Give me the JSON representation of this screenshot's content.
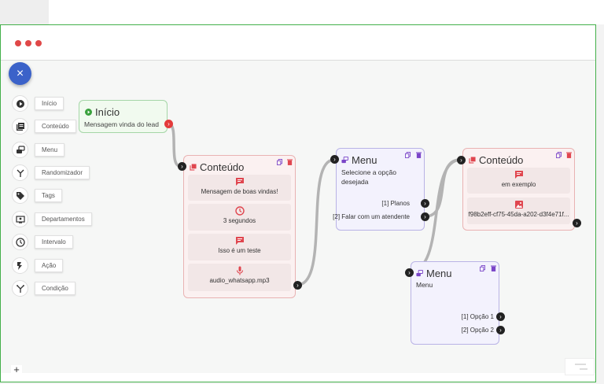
{
  "window": {
    "dots": [
      "#e04848",
      "#e04848",
      "#e04848"
    ]
  },
  "fab": {
    "label": "×"
  },
  "sidebar": {
    "items": [
      {
        "label": "Início",
        "icon": "play-icon"
      },
      {
        "label": "Conteúdo",
        "icon": "library-icon"
      },
      {
        "label": "Menu",
        "icon": "menu-stack-icon"
      },
      {
        "label": "Randomizador",
        "icon": "shuffle-icon"
      },
      {
        "label": "Tags",
        "icon": "tag-icon"
      },
      {
        "label": "Departamentos",
        "icon": "departments-icon"
      },
      {
        "label": "Intervalo",
        "icon": "clock-icon"
      },
      {
        "label": "Ação",
        "icon": "action-icon"
      },
      {
        "label": "Condição",
        "icon": "condition-icon"
      }
    ]
  },
  "nodes": {
    "start": {
      "title": "Início",
      "subtitle": "Mensagem vinda do lead",
      "accent": "#3aa13d"
    },
    "content1": {
      "title": "Conteúdo",
      "blocks": [
        {
          "label": "Mensagem de boas vindas!",
          "icon": "chat-icon"
        },
        {
          "label": "3 segundos",
          "icon": "clock-icon"
        },
        {
          "label": "Isso é um teste",
          "icon": "chat-icon"
        },
        {
          "label": "audio_whatsapp.mp3",
          "icon": "mic-icon"
        }
      ]
    },
    "menu1": {
      "title": "Menu",
      "text": "Selecione a opção desejada",
      "options": [
        "[1] Planos",
        "[2] Falar com um atendente"
      ]
    },
    "content2": {
      "title": "Conteúdo",
      "blocks": [
        {
          "label": "em exemplo",
          "icon": "chat-icon"
        },
        {
          "label": "f98b2eff-cf75-45da-a202-d3f4e71f...",
          "icon": "image-icon"
        }
      ]
    },
    "menu2": {
      "title": "Menu",
      "text": "Menu",
      "options": [
        "[1] Opção 1",
        "[2] Opção 2"
      ]
    }
  },
  "controls": {
    "zoom_in": "+"
  },
  "colors": {
    "content_border": "#e9b3b3",
    "menu_border": "#b9b3e6",
    "start_border": "#a5d6a7",
    "icon_red": "#e0464f",
    "icon_purple": "#7a45c8"
  }
}
